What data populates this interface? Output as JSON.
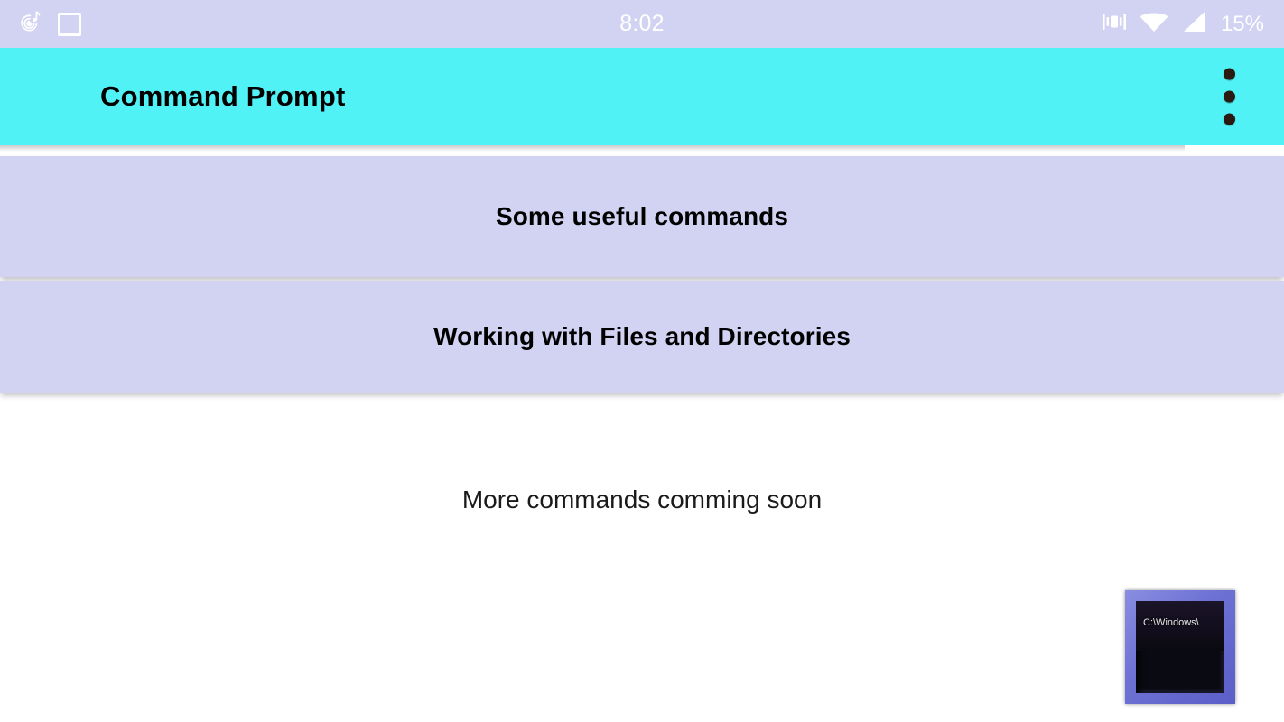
{
  "status_bar": {
    "time": "8:02",
    "battery": "15%",
    "left_icons": [
      {
        "name": "music-notification-icon"
      },
      {
        "name": "square-notification-icon"
      }
    ],
    "right_icons": [
      {
        "name": "vibrate-icon"
      },
      {
        "name": "wifi-icon"
      },
      {
        "name": "cellular-signal-icon"
      }
    ],
    "background_color": "#d2d2f2",
    "text_color": "#ffffff"
  },
  "app_bar": {
    "title": "Command Prompt",
    "overflow_menu_label": "More options",
    "background_color": "#50f2f5",
    "title_color": "#000000"
  },
  "main": {
    "cards": [
      {
        "label": "Some useful commands"
      },
      {
        "label": "Working with Files and Directories"
      }
    ],
    "footer_note": "More commands comming soon",
    "card_color": "#d2d2f2"
  },
  "console_icon": {
    "name": "command-prompt-icon",
    "text": "C:\\Windows\\",
    "frame_color": "#6f72d4",
    "screen_color": "#0a0a12"
  }
}
